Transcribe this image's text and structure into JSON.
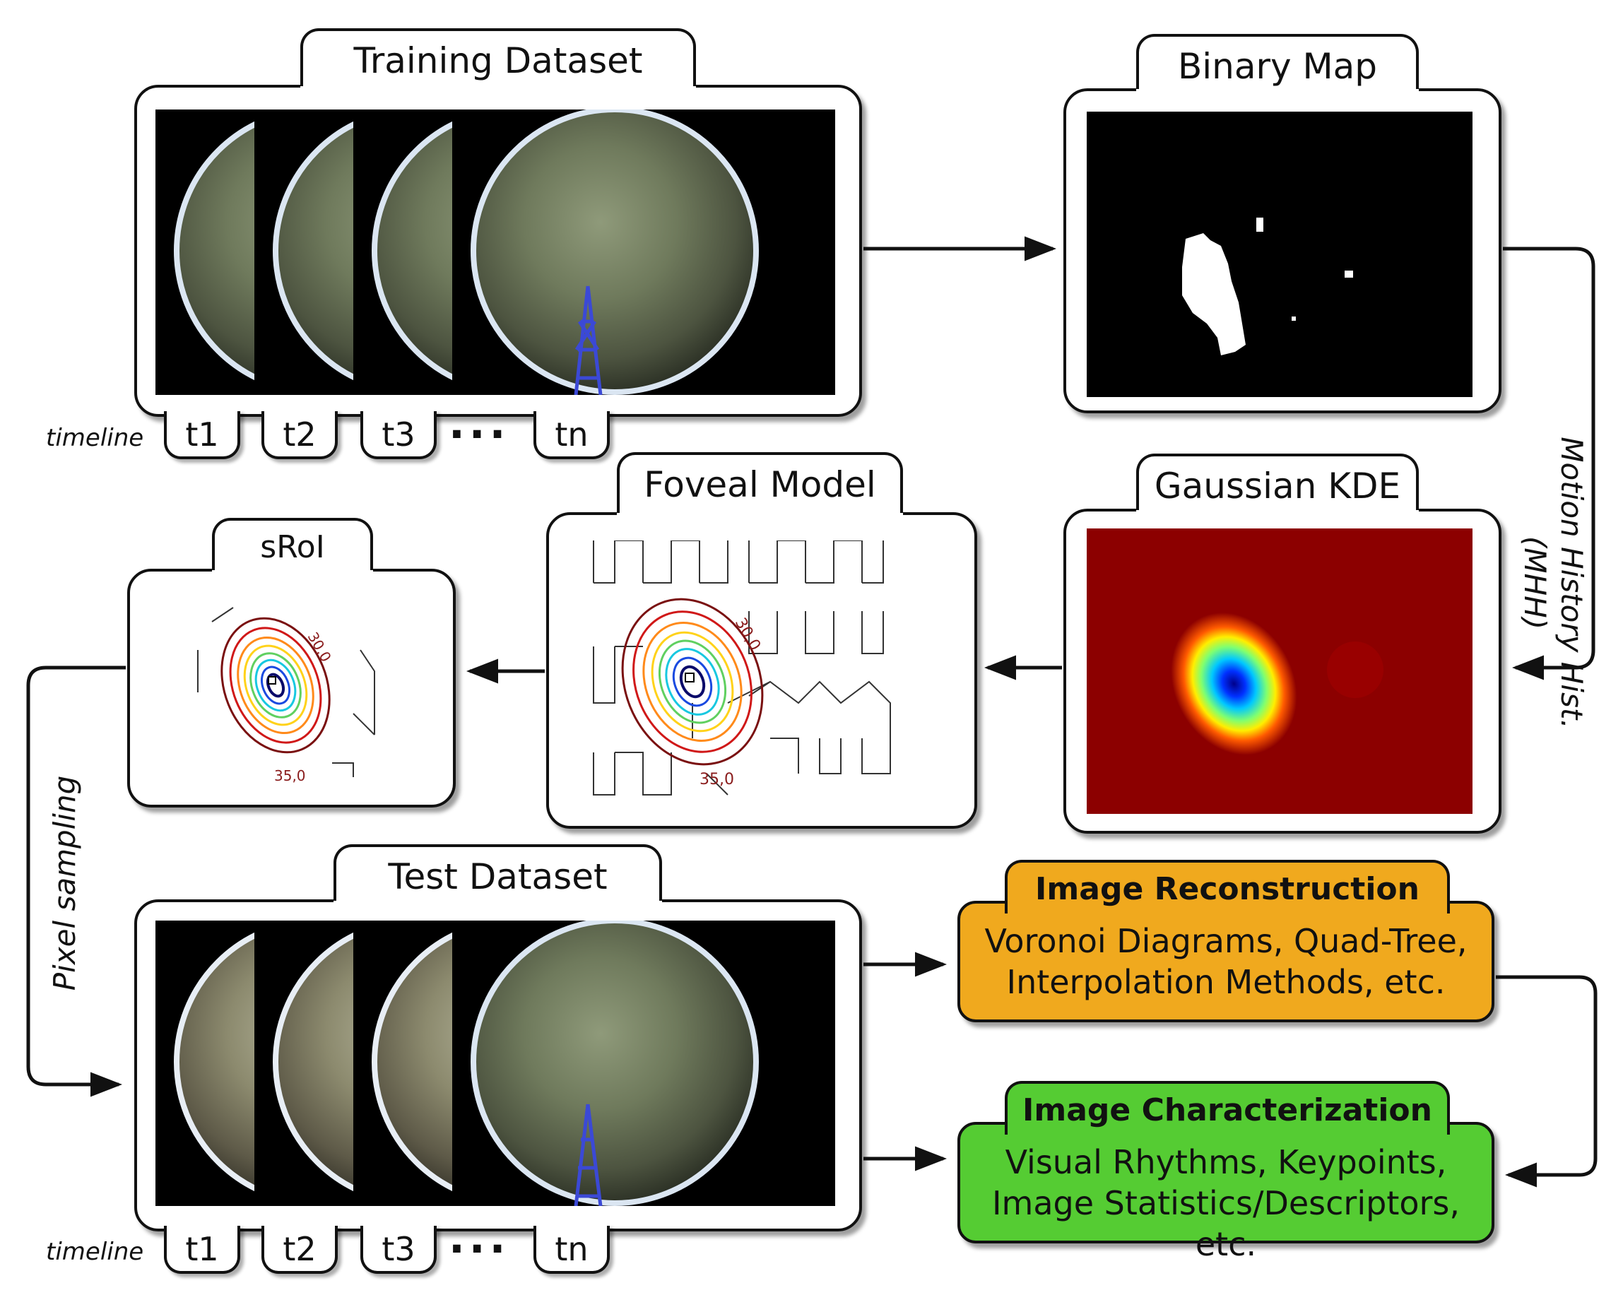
{
  "training": {
    "title": "Training Dataset",
    "timeline_label": "timeline",
    "labels": [
      "t1",
      "t2",
      "t3",
      "tn"
    ],
    "ellipsis": "..."
  },
  "binary": {
    "title": "Binary Map"
  },
  "mhh": {
    "label_line1": "Motion History Hist.",
    "label_line2": "(MHH)"
  },
  "kde": {
    "title": "Gaussian KDE"
  },
  "foveal": {
    "title": "Foveal Model",
    "contour_label_top": "30,0",
    "contour_label_bottom": "35,0"
  },
  "sroi": {
    "title": "sRoI",
    "contour_label_top": "30,0",
    "contour_label_bottom": "35,0"
  },
  "pixel_sampling": {
    "label": "Pixel sampling"
  },
  "test": {
    "title": "Test Dataset",
    "timeline_label": "timeline",
    "labels": [
      "t1",
      "t2",
      "t3",
      "tn"
    ],
    "ellipsis": "..."
  },
  "reconstruction": {
    "title": "Image Reconstruction",
    "line1": "Voronoi Diagrams, Quad-Tree,",
    "line2": "Interpolation Methods, etc.",
    "color": "#f0a91e"
  },
  "characterization": {
    "title": "Image Characterization",
    "line1": "Visual Rhythms, Keypoints,",
    "line2": "Image Statistics/Descriptors, etc.",
    "color": "#55cc33"
  }
}
